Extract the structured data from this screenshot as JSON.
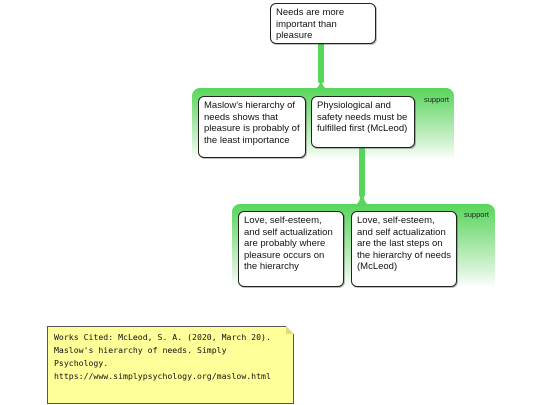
{
  "diagram": {
    "root": "Needs are more important than pleasure",
    "group1": {
      "label": "support",
      "left_node": "Maslow's hierarchy of needs shows that pleasure is probably of the least importance",
      "right_node": "Physiological and safety needs must be fulfilled first (McLeod)"
    },
    "group2": {
      "label": "support",
      "left_node": "Love, self-esteem, and self actualization are probably where pleasure occurs on the hierarchy",
      "right_node": "Love, self-esteem, and self actualization are the last steps on the hierarchy of needs (McLeod)"
    },
    "note": {
      "line1": "Works Cited: McLeod, S. A. (2020, March 20).",
      "line2": "Maslow's hierarchy of needs. Simply",
      "line3": "Psychology.",
      "line4": "https://www.simplypsychology.org/maslow.html"
    },
    "colors": {
      "connector": "#57d65a",
      "group_top": "#57d65a",
      "note_bg": "#ffff99"
    }
  }
}
